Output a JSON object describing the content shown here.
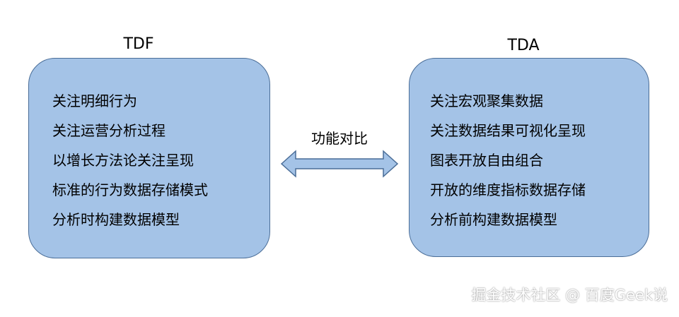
{
  "diagram": {
    "left_panel": {
      "title": "TDF",
      "items": [
        "关注明细行为",
        "关注运营分析过程",
        "以增长方法论关注呈现",
        "标准的行为数据存储模式",
        "分析时构建数据模型"
      ]
    },
    "right_panel": {
      "title": "TDA",
      "items": [
        "关注宏观聚集数据",
        "关注数据结果可视化呈现",
        "图表开放自由组合",
        "开放的维度指标数据存储",
        "分析前构建数据模型"
      ]
    },
    "connector": {
      "label": "功能对比",
      "icon": "double-headed-arrow-icon"
    },
    "colors": {
      "box_fill": "#a4c3e7",
      "box_border": "#4a6d97"
    }
  },
  "watermark": "掘金技术社区 @ 百度Geek说"
}
